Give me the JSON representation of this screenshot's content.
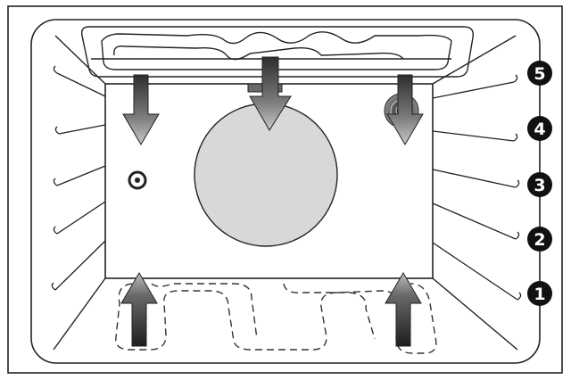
{
  "diagram": {
    "shelf_labels": [
      "1",
      "2",
      "3",
      "4",
      "5"
    ],
    "colors": {
      "outline": "#222222",
      "badge": "#111111",
      "badge_text": "#ffffff",
      "fan_fill": "#d8d8d8",
      "arrow_light": "#cfcfcf",
      "arrow_dark": "#3a3a3a"
    },
    "icons": [
      "top-heating-element-icon",
      "bottom-heating-element-icon",
      "fan-icon",
      "thermostat-sensor-icon",
      "heat-flow-arrow-icon",
      "grill-element-icon"
    ]
  }
}
